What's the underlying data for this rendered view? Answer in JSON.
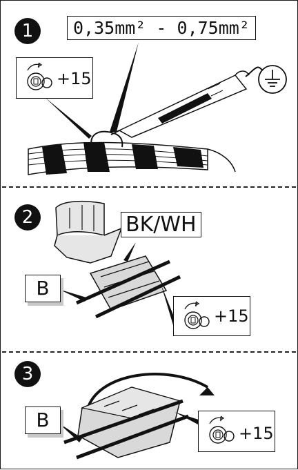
{
  "steps": [
    {
      "number": "1",
      "wire_size": "0,35mm² - 0,75mm²",
      "ignition": "+15",
      "ground_icon": "ground-icon",
      "tool_icon": "test-lamp-icon"
    },
    {
      "number": "2",
      "wire_color": "BK/WH",
      "letter": "B",
      "ignition": "+15"
    },
    {
      "number": "3",
      "letter": "B",
      "ignition": "+15"
    }
  ],
  "colors": {
    "ink": "#111111",
    "shadow": "#c8c8c8",
    "connector": "#d9d9d9"
  }
}
